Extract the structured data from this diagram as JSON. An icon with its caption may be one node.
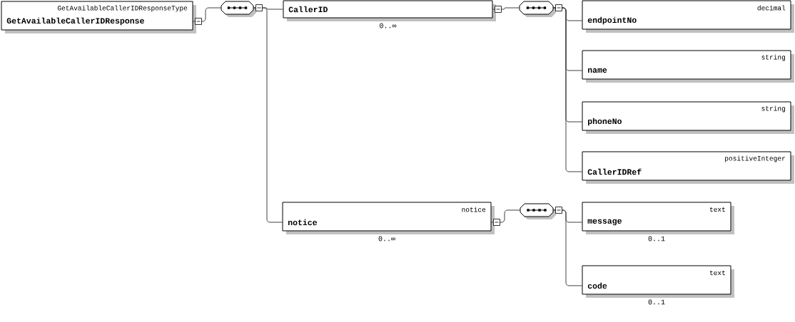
{
  "diagram": {
    "nodes": [
      {
        "text": [
          "GetAvailableCallerIDResponseType",
          "GetAvailableCallerIDResponse"
        ]
      },
      {
        "text": [],
        "shape": "octagon"
      },
      {
        "text": [
          "CallerID"
        ],
        "beside": [
          "0..∞"
        ]
      },
      {
        "text": [],
        "shape": "octagon"
      },
      {
        "text": [
          "decimal",
          "endpointNo"
        ]
      },
      {
        "text": [
          "string",
          "name"
        ]
      },
      {
        "text": [
          "string",
          "phoneNo"
        ]
      },
      {
        "text": [
          "positiveInteger",
          "CallerIDRef"
        ]
      },
      {
        "text": [
          "notice",
          "notice"
        ],
        "beside": [
          "0..∞"
        ]
      },
      {
        "text": [],
        "shape": "octagon"
      },
      {
        "text": [
          "text",
          "message"
        ],
        "beside": [
          "0..1"
        ]
      },
      {
        "text": [
          "text",
          "code"
        ],
        "beside": [
          "0..1"
        ]
      }
    ],
    "edges": [
      {
        "from": 0,
        "to": 1,
        "arrow": "none"
      },
      {
        "from": 1,
        "to": 2,
        "arrow": "none"
      },
      {
        "from": 1,
        "to": 8,
        "arrow": "none"
      },
      {
        "from": 2,
        "to": 3,
        "arrow": "none"
      },
      {
        "from": 3,
        "to": 4,
        "arrow": "none"
      },
      {
        "from": 3,
        "to": 5,
        "arrow": "none"
      },
      {
        "from": 3,
        "to": 6,
        "arrow": "none"
      },
      {
        "from": 3,
        "to": 7,
        "arrow": "none"
      },
      {
        "from": 8,
        "to": 9,
        "arrow": "none"
      },
      {
        "from": 9,
        "to": 10,
        "arrow": "none"
      },
      {
        "from": 9,
        "to": 11,
        "arrow": "none"
      }
    ]
  }
}
